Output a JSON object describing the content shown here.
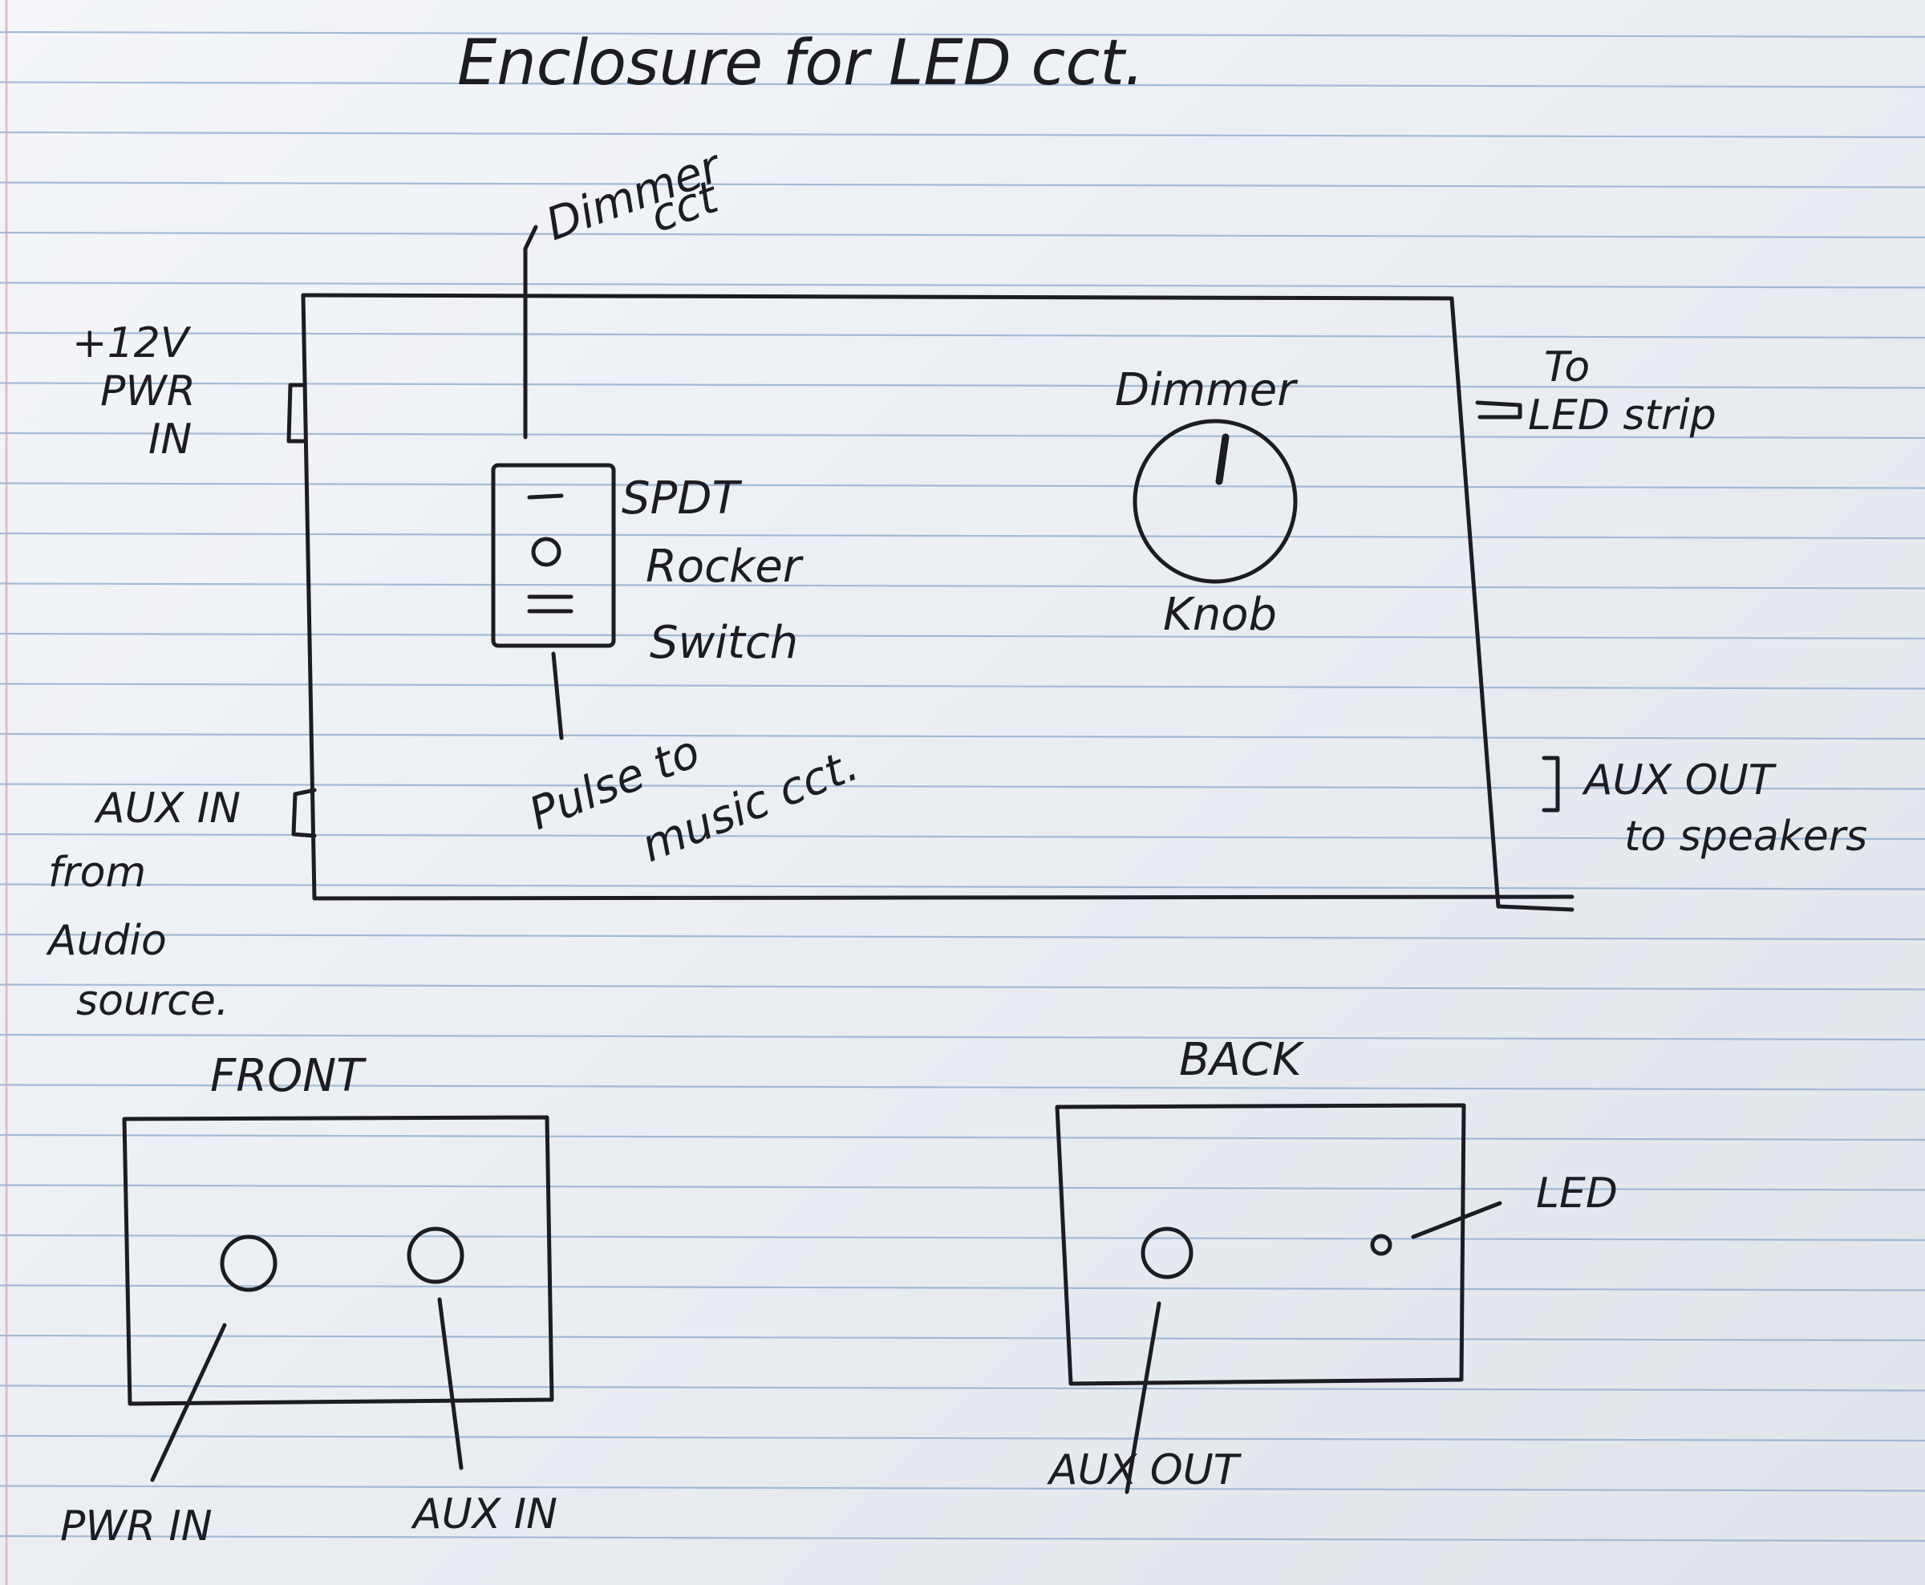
{
  "title": "Enclosure for LED cct.",
  "top_view": {
    "dimmer_cct": [
      "Dimmer",
      "cct"
    ],
    "pwr_in": [
      "+12V",
      "PWR",
      "IN"
    ],
    "switch": [
      "SPDT",
      "Rocker",
      "Switch"
    ],
    "pulse": [
      "Pulse to",
      "music cct."
    ],
    "aux_in": [
      "AUX IN",
      "from",
      "Audio",
      "source."
    ],
    "dimmer_knob": [
      "Dimmer",
      "Knob"
    ],
    "to_led": [
      "To",
      "LED strip"
    ],
    "aux_out": [
      "AUX OUT",
      "to speakers"
    ]
  },
  "front_view": {
    "title": "FRONT",
    "pwr_in": "PWR IN",
    "aux_in": "AUX IN"
  },
  "back_view": {
    "title": "BACK",
    "aux_out": "AUX OUT",
    "led": "LED"
  },
  "colors": {
    "ink": "#1c1c22",
    "rule": "#8aa8cf",
    "paper": "#eceff3"
  }
}
